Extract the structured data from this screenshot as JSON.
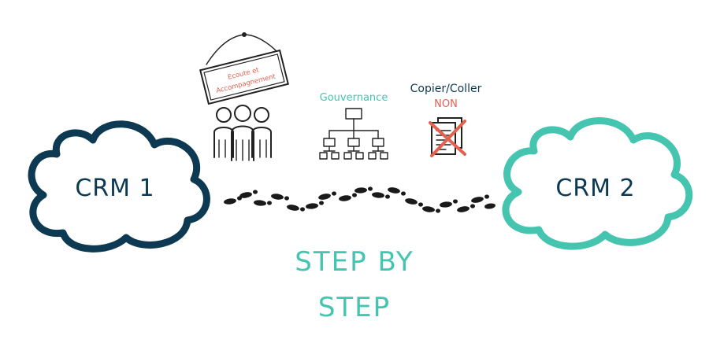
{
  "clouds": {
    "left_label": "CRM 1",
    "right_label": "CRM 2",
    "left_color": "#0d3a52",
    "right_color": "#45c4b0"
  },
  "sign": {
    "line1": "Ecoute et",
    "line2": "Accompagnement",
    "text_color": "#e4604f",
    "icon": "team-people-icon"
  },
  "governance": {
    "label": "Gouvernance",
    "color": "#45c4b0",
    "icon": "org-chart-icon"
  },
  "copy_paste": {
    "label": "Copier/Coller",
    "status": "NON",
    "status_color": "#e4604f",
    "icon": "crossed-document-icon"
  },
  "footsteps": {
    "icon": "footprints-icon"
  },
  "tagline": {
    "line1": "STEP BY",
    "line2": "STEP",
    "color": "#45c4b0"
  }
}
